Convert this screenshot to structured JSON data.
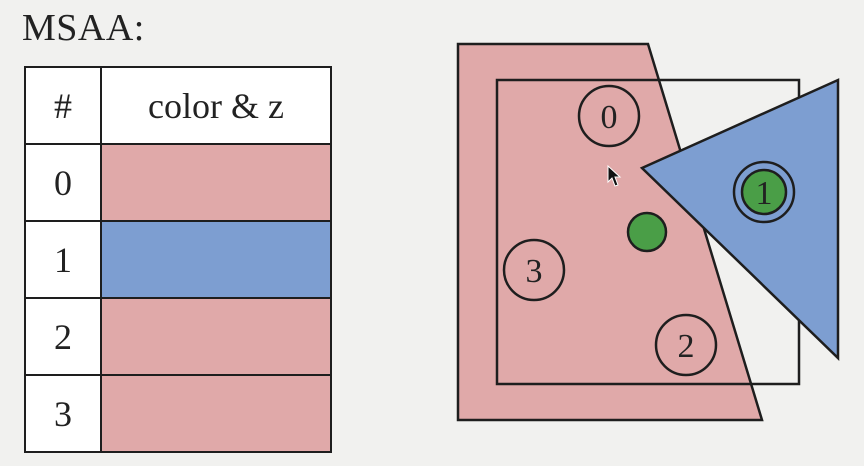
{
  "title": "MSAA:",
  "table": {
    "header": {
      "index": "#",
      "value": "color & z"
    },
    "rows": [
      {
        "index": "0",
        "fill": "#e0a9a9"
      },
      {
        "index": "1",
        "fill": "#7d9ed1"
      },
      {
        "index": "2",
        "fill": "#e0a9a9"
      },
      {
        "index": "3",
        "fill": "#e0a9a9"
      }
    ]
  },
  "diagram": {
    "samples": [
      {
        "label": "0",
        "covered_by": "pink"
      },
      {
        "label": "1",
        "covered_by": "blue"
      },
      {
        "label": "2",
        "covered_by": "pink"
      },
      {
        "label": "3",
        "covered_by": "pink"
      }
    ]
  },
  "colors": {
    "pink": "#e0a9a9",
    "blue": "#7d9ed1",
    "green": "#4a9e47",
    "line": "#1e1e1e",
    "background": "#f1f1ef"
  }
}
